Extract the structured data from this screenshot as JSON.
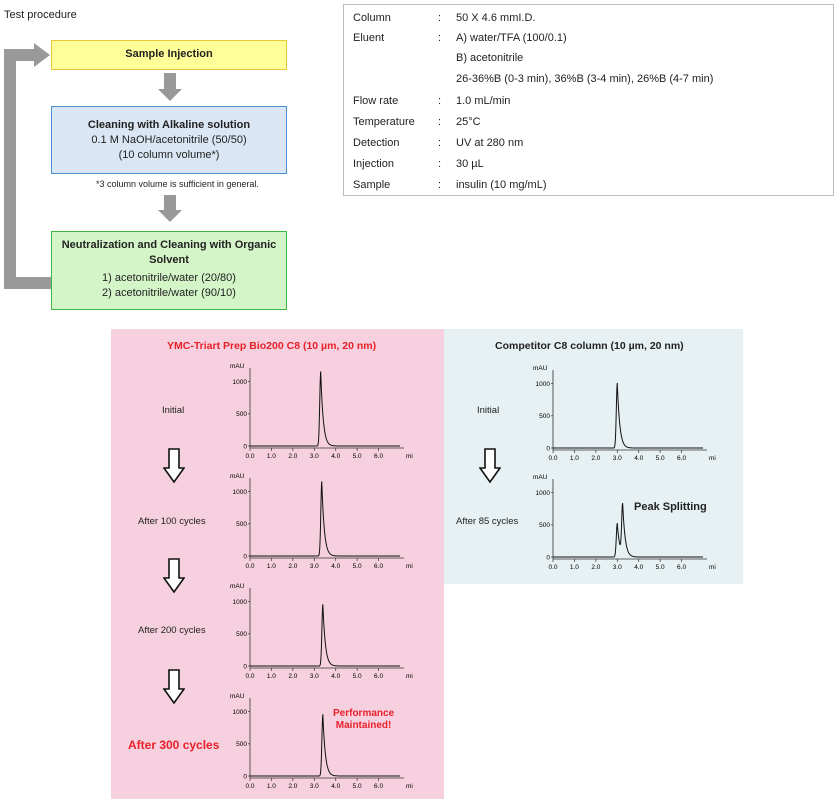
{
  "title": "Test procedure",
  "steps": [
    {
      "heading": "Sample Injection",
      "lines": []
    },
    {
      "heading": "Cleaning with Alkaline solution",
      "lines": [
        "0.1 M NaOH/acetonitrile (50/50)",
        "(10 column volume*)"
      ]
    },
    {
      "heading": "Neutralization and Cleaning with Organic Solvent",
      "lines": [
        "1) acetonitrile/water (20/80)",
        "2) acetonitrile/water (90/10)"
      ]
    }
  ],
  "note": "*3 column volume is sufficient in general.",
  "conditions": [
    {
      "label": "Column",
      "value": "50 X 4.6 mmI.D."
    },
    {
      "label": "Eluent",
      "value": "A) water/TFA (100/0.1)"
    },
    {
      "label": "",
      "value": "B) acetonitrile"
    },
    {
      "label": "",
      "value": "26-36%B (0-3 min), 36%B (3-4 min), 26%B (4-7 min)"
    },
    {
      "label": "Flow rate",
      "value": "1.0 mL/min"
    },
    {
      "label": "Temperature",
      "value": "25°C"
    },
    {
      "label": "Detection",
      "value": "UV at 280 nm"
    },
    {
      "label": "Injection",
      "value": "30 µL"
    },
    {
      "label": "Sample",
      "value": "insulin (10 mg/mL)"
    }
  ],
  "colon": ":",
  "left_panel": {
    "title": "YMC-Triart Prep Bio200 C8 (10 µm, 20 nm)",
    "labels": [
      "Initial",
      "After 100 cycles",
      "After 200 cycles",
      "After 300 cycles"
    ],
    "annotation_line1": "Performance",
    "annotation_line2": "Maintained!"
  },
  "right_panel": {
    "title": "Competitor C8 column (10 µm, 20 nm)",
    "labels": [
      "Initial",
      "After 85 cycles"
    ],
    "annotation": "Peak Splitting"
  },
  "axis": {
    "yunit": "mAU",
    "xunit": "min",
    "yticks": [
      0,
      500,
      1000
    ],
    "xticks": [
      "0.0",
      "1.0",
      "2.0",
      "3.0",
      "4.0",
      "5.0",
      "6.0"
    ]
  },
  "chart_data": [
    {
      "type": "line",
      "title": "YMC-Triart Prep Bio200 C8 - Initial",
      "xlim": [
        0,
        7
      ],
      "ylim": [
        0,
        1150
      ],
      "peaks": [
        {
          "x": 3.3,
          "y": 1150
        }
      ]
    },
    {
      "type": "line",
      "title": "YMC-Triart Prep Bio200 C8 - After 100 cycles",
      "xlim": [
        0,
        7
      ],
      "ylim": [
        0,
        1150
      ],
      "peaks": [
        {
          "x": 3.35,
          "y": 1150
        }
      ]
    },
    {
      "type": "line",
      "title": "YMC-Triart Prep Bio200 C8 - After 200 cycles",
      "xlim": [
        0,
        7
      ],
      "ylim": [
        0,
        1150
      ],
      "peaks": [
        {
          "x": 3.4,
          "y": 950
        }
      ]
    },
    {
      "type": "line",
      "title": "YMC-Triart Prep Bio200 C8 - After 300 cycles",
      "xlim": [
        0,
        7
      ],
      "ylim": [
        0,
        1150
      ],
      "peaks": [
        {
          "x": 3.4,
          "y": 950
        }
      ]
    },
    {
      "type": "line",
      "title": "Competitor C8 - Initial",
      "xlim": [
        0,
        7
      ],
      "ylim": [
        0,
        1150
      ],
      "peaks": [
        {
          "x": 3.0,
          "y": 1000
        }
      ]
    },
    {
      "type": "line",
      "title": "Competitor C8 - After 85 cycles",
      "xlim": [
        0,
        7
      ],
      "ylim": [
        0,
        1150
      ],
      "peaks": [
        {
          "x": 3.0,
          "y": 520
        },
        {
          "x": 3.25,
          "y": 780
        }
      ]
    }
  ],
  "colors": {
    "arrow": "#999999",
    "red": "#e8202a",
    "panel_left": "#f6d0de",
    "panel_right": "#e7f0f2"
  }
}
